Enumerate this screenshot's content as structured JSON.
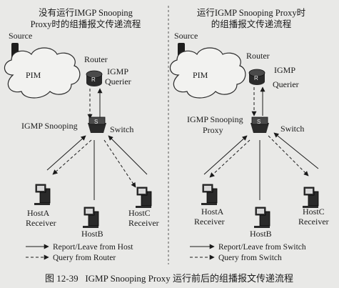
{
  "left_panel": {
    "title_line1": "没有运行IMGP Snooping",
    "title_line2": "Proxy时的组播报文传递流程",
    "source": "Source",
    "cloud": "PIM",
    "router": "Router",
    "router_role_line1": "IGMP",
    "router_role_line2": "Querier",
    "switch_role": "IGMP Snooping",
    "switch": "Switch",
    "hosta_line1": "HostA",
    "hosta_line2": "Receiver",
    "hostb": "HostB",
    "hostc_line1": "HostC",
    "hostc_line2": "Receiver",
    "legend_report": "Report/Leave from Host",
    "legend_query": "Query from Router"
  },
  "right_panel": {
    "title_line1": "运行IGMP Snooping Proxy时",
    "title_line2": "的组播报文传递流程",
    "source": "Source",
    "cloud": "PIM",
    "router": "Router",
    "router_role_line1": "IGMP",
    "router_role_line2": "Querier",
    "switch_role_line1": "IGMP Snooping",
    "switch_role_line2": "Proxy",
    "switch": "Switch",
    "hosta_line1": "HostA",
    "hosta_line2": "Receiver",
    "hostb": "HostB",
    "hostc_line1": "HostC",
    "hostc_line2": "Receiver",
    "legend_report": "Report/Leave from Switch",
    "legend_query": "Query from Switch"
  },
  "caption": "图 12-39   IGMP Snooping Proxy 运行前后的组播报文传递流程",
  "colors": {
    "background": "#e9e9e7",
    "ink": "#1a1a1a",
    "device": "#2a2a2a"
  }
}
